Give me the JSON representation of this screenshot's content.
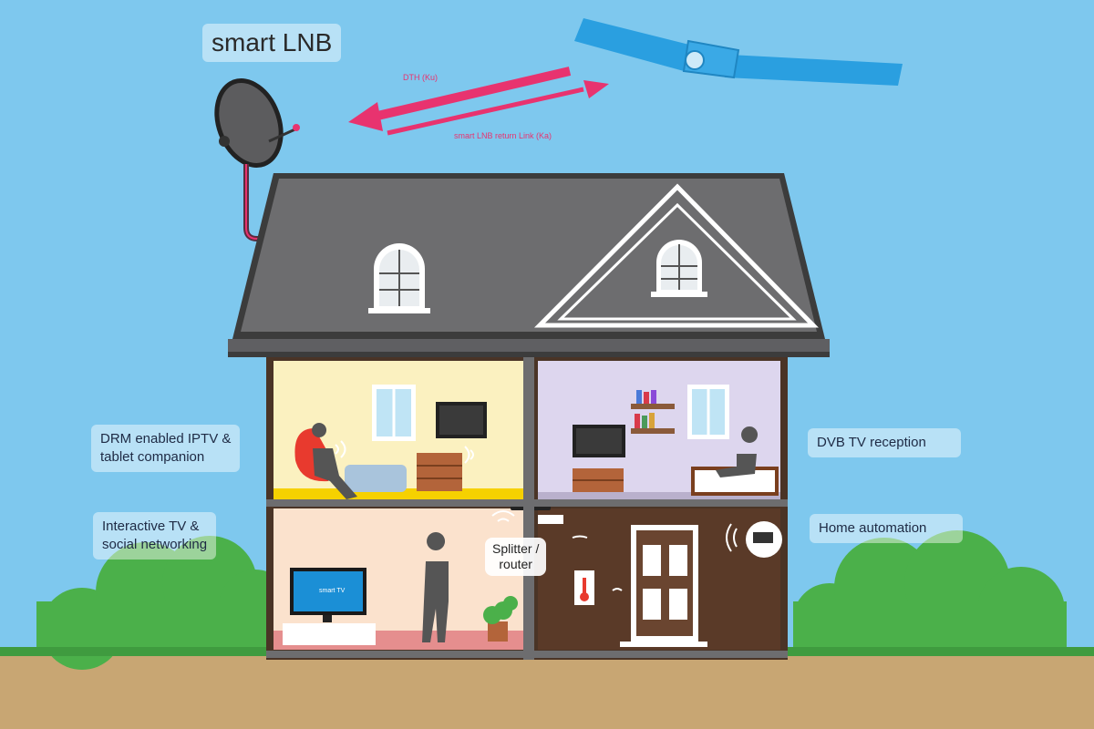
{
  "labels": {
    "title": "smart LNB",
    "dth": "DTH (Ku)",
    "return_link": "smart LNB return Link (Ka)",
    "drm": "DRM enabled IPTV &\ntablet companion",
    "interactive": "Interactive TV &\nsocial networking",
    "dvb": "DVB TV reception",
    "home_automation": "Home automation",
    "splitter": "Splitter /\nrouter",
    "tv_screen": "smart TV"
  },
  "colors": {
    "sky": "#7ec8ee",
    "ground": "#c8a673",
    "grass": "#4bb04a",
    "roof": "#6d6d6f",
    "wall": "#4a3426",
    "cable": "#e8336f",
    "satellite": "#2a9fe0",
    "room_living": "#fbf1c0",
    "room_bedroom": "#ddd6ee",
    "room_kitchen": "#fbe2cd",
    "room_hall": "#5a3a28"
  },
  "icons": [
    "satellite-icon",
    "dish-icon",
    "person-icon",
    "camera-icon",
    "door-icon",
    "wifi-icon"
  ]
}
